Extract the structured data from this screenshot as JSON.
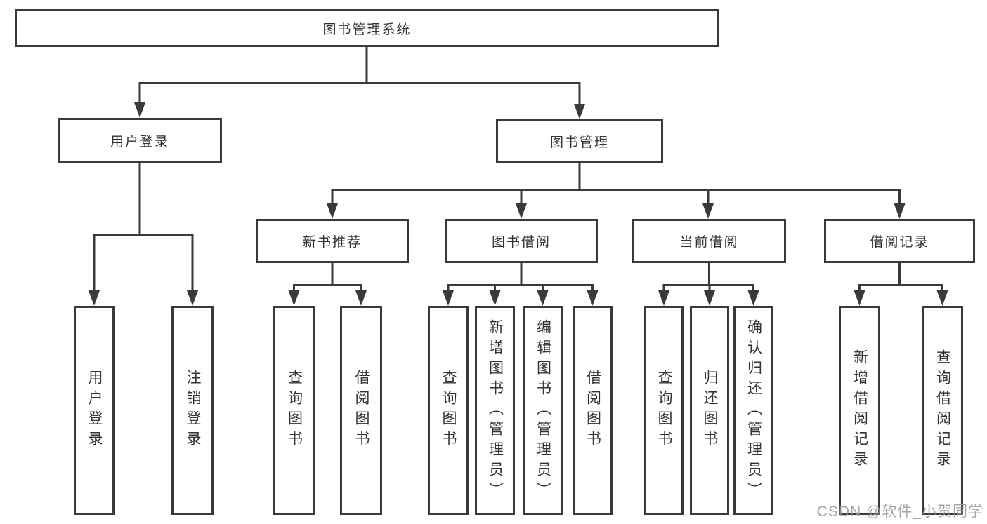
{
  "diagram": {
    "type": "function-structure-tree",
    "tree": {
      "label": "图书管理系统",
      "children": [
        {
          "label": "用户登录",
          "children": [
            {
              "label": "用户登录"
            },
            {
              "label": "注销登录"
            }
          ]
        },
        {
          "label": "图书管理",
          "children": [
            {
              "label": "新书推荐",
              "children": [
                {
                  "label": "查询图书"
                },
                {
                  "label": "借阅图书"
                }
              ]
            },
            {
              "label": "图书借阅",
              "children": [
                {
                  "label": "查询图书"
                },
                {
                  "label": "新增图书（管理员）"
                },
                {
                  "label": "编辑图书（管理员）"
                },
                {
                  "label": "借阅图书"
                }
              ]
            },
            {
              "label": "当前借阅",
              "children": [
                {
                  "label": "查询图书"
                },
                {
                  "label": "归还图书"
                },
                {
                  "label": "确认归还（管理员）"
                }
              ]
            },
            {
              "label": "借阅记录",
              "children": [
                {
                  "label": "新增借阅记录"
                },
                {
                  "label": "查询借阅记录"
                }
              ]
            }
          ]
        }
      ]
    }
  },
  "watermark": {
    "text": "CSDN @软件_小贺同学"
  },
  "colors": {
    "line": "#3a3a3a",
    "border": "#3a3a3a",
    "text": "#333333",
    "background": "#ffffff",
    "watermark": "#969696"
  }
}
